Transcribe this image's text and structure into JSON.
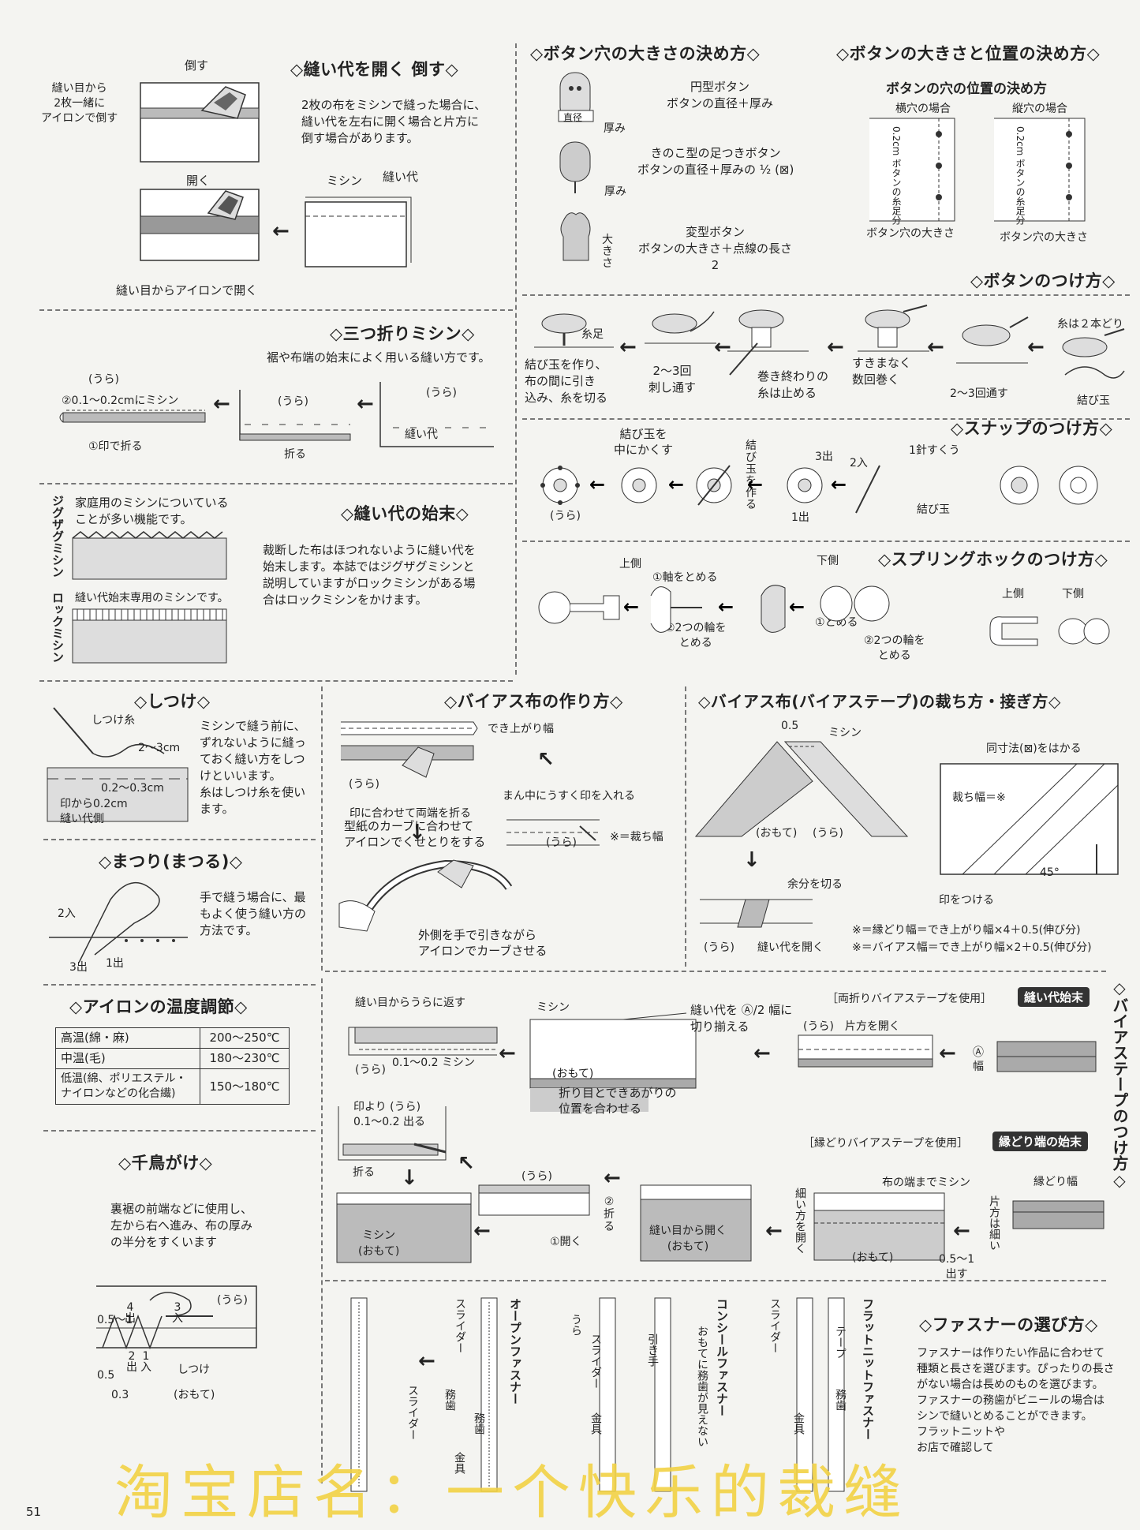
{
  "sec_open": {
    "title": "◇縫い代を開く 倒す◇",
    "label_fold": "倒す",
    "label_fold_note": "縫い目から\n2枚一緒に\nアイロンで倒す",
    "label_open": "開く",
    "label_open_note": "縫い目からアイロンで開く",
    "label_machine": "ミシン",
    "label_allowance": "縫い代",
    "text": "2枚の布をミシンで縫った場合に、\n縫い代を左右に開く場合と片方に\n倒す場合があります。"
  },
  "sec_three": {
    "title": "◇三つ折りミシン◇",
    "text": "裾や布端の始末によく用いる縫い方です。",
    "label_ura1": "(うら)",
    "label_ura2": "(うら)",
    "label_ura3": "(うら)",
    "step2": "②0.1～0.2cmにミシン",
    "step1": "①印で折る",
    "label_fold": "折る",
    "label_allowance": "縫い代"
  },
  "sec_finish": {
    "title": "◇縫い代の始末◇",
    "zigzag_label": "ジグザグミシン",
    "zigzag_note": "家庭用のミシンについている\nことが多い機能です。",
    "lock_label": "ロックミシン",
    "lock_note": "縫い代始末専用のミシンです。",
    "text": "裁断した布はほつれないように縫い代を\n始末します。本誌ではジグザグミシンと\n説明していますがロックミシンがある場\n合はロックミシンをかけます。"
  },
  "sec_shitsuke": {
    "title": "◇しつけ◇",
    "thread": "しつけ糸",
    "d1": "2～3cm",
    "d2": "0.2～0.3cm",
    "d3": "印から0.2cm\n縫い代側",
    "text": "ミシンで縫う前に、\nずれないように縫っ\nておく縫い方をしつ\nけといいます。\n糸はしつけ糸を使い\nます。"
  },
  "sec_matsuri": {
    "title": "◇まつり(まつる)◇",
    "in2": "2入",
    "out3": "3出",
    "out1": "1出",
    "text": "手で縫う場合に、最\nもよく使う縫い方の\n方法です。"
  },
  "sec_iron": {
    "title": "◇アイロンの温度調節◇",
    "rows": [
      {
        "k": "高温(綿・麻)",
        "v": "200～250℃"
      },
      {
        "k": "中温(毛)",
        "v": "180～230℃"
      },
      {
        "k": "低温(綿、ポリエステル・\nナイロンなどの化合繊)",
        "v": "150～180℃"
      }
    ]
  },
  "sec_chidori": {
    "title": "◇千鳥がけ◇",
    "text": "裏裾の前端などに使用し、\n左から右へ進み、布の厚み\nの半分をすくいます",
    "ura": "(うら)",
    "omote": "(おもて)",
    "n1": "0.5～1",
    "n2": "4\n出",
    "n3": "3\n入",
    "n4": "2\n出",
    "n5": "1\n入",
    "n6": "0.5",
    "n7": "0.3",
    "shitsuke": "しつけ"
  },
  "sec_bias_make": {
    "title": "◇バイアス布の作り方◇",
    "finish_width": "でき上がり幅",
    "ura": "(うら)",
    "step_fold": "印に合わせて両端を折る",
    "step_mark": "まん中にうすく印を入れる",
    "step_curve": "型紙のカーブに合わせて\nアイロンでくせとりをする",
    "cut_width": "※＝裁ち幅",
    "ura2": "(うら)",
    "step_pull": "外側を手で引きながら\nアイロンでカーブさせる"
  },
  "sec_bias_cut": {
    "title": "◇バイアス布(バイアステープ)の裁ち方・接ぎ方◇",
    "n05": "0.5",
    "machine": "ミシン",
    "omote": "(おもて)",
    "ura": "(うら)",
    "cut_excess": "余分を切る",
    "ura2": "(うら)",
    "open": "縫い代を開く",
    "same": "同寸法(⊠)をはかる",
    "cut_w": "裁ち幅＝※",
    "angle": "45°",
    "mark": "印をつける",
    "note1": "※＝縁どり幅＝でき上がり幅×4＋0.5(伸び分)",
    "note2": "※＝バイアス幅＝でき上がり幅×2＋0.5(伸び分)"
  },
  "sec_tape": {
    "title": "◇バイアステープのつけ方◇",
    "sub1": "［両折りバイアステープを使用］",
    "badge1": "縫い代始末",
    "sub2": "［縁どりバイアステープを使用］",
    "badge2": "縁どり端の始末",
    "r1_a": "縫い目からうらに返す",
    "r1_b": "(うら)",
    "r1_c": "0.1～0.2 ミシン",
    "r1_d": "ミシン",
    "r1_e": "縫い代を Ⓐ/2 幅に\n切り揃える",
    "r1_f": "(おもて)",
    "r1_g": "折り目とできあがりの\n位置を合わせる",
    "r1_h": "(うら)　片方を開く",
    "r1_i": "Ⓐ\n幅",
    "r2_a": "印より (うら)\n0.1～0.2 出る",
    "r2_b": "折る",
    "r2_c": "(うら)",
    "r2_d": "②\n折\nる",
    "r2_e": "①開く",
    "r2_f": "ミシン\n(おもて)",
    "r2_g": "縫い目から開く\n(おもて)",
    "r2_h": "細い方を開く",
    "r2_i": "布の端までミシン",
    "r2_j": "(おもて)",
    "r2_k": "0.5～1\n出す",
    "r2_l": "縁どり幅",
    "r2_m": "片方は細い"
  },
  "sec_buttonhole": {
    "title": "◇ボタン穴の大きさの決め方◇",
    "t1": "円型ボタン\nボタンの直径＋厚み",
    "t2": "きのこ型の足つきボタン\nボタンの直径＋厚みの ½ (⊠)",
    "t3": "変型ボタン\nボタンの大きさ＋点線の長さ\n2",
    "dia": "直径",
    "thick": "厚み",
    "thick2": "厚み",
    "size": "大\nき\nさ"
  },
  "sec_btnpos": {
    "title": "◇ボタンの大きさと位置の決め方◇",
    "sub": "ボタンの穴の位置の決め方",
    "h": "横穴の場合",
    "v": "縦穴の場合",
    "size1": "ボタン穴の大きさ",
    "size2": "ボタン穴の大きさ",
    "vlabel": "0.2cm ボタンの糸足分"
  },
  "sec_btnsew": {
    "title": "◇ボタンのつけ方◇",
    "s1": "糸は２本どり",
    "s1b": "結び玉",
    "s2": "2～3回通す",
    "s3": "すきまなく\n数回巻く",
    "s4": "巻き終わりの\n糸は止める",
    "s5": "2～3回\n刺し通す",
    "s6": "結び玉を作り、\n布の間に引き\n込み、糸を切る",
    "s6b": "糸足"
  },
  "sec_snap": {
    "title": "◇スナップのつけ方◇",
    "a": "結び玉を\n中にかくす",
    "b": "結\nび\n玉\nを\n作\nる",
    "c": "3出",
    "d": "2入",
    "e": "1出",
    "f": "1針すくう",
    "g": "結び玉",
    "ura": "(うら)"
  },
  "sec_hook": {
    "title": "◇スプリングホックのつけ方◇",
    "upper": "上側",
    "lower": "下側",
    "a": "①軸をとめる",
    "b": "②2つの輪を\nとめる",
    "c": "①とめる",
    "d": "②2つの輪を\nとめる",
    "upper2": "上側",
    "lower2": "下側"
  },
  "sec_zip": {
    "title": "◇ファスナーの選び方◇",
    "open": "オープンファスナー",
    "conceal": "コンシールファスナー",
    "flat": "フラットニットファスナー",
    "slider": "スライダー",
    "slider2": "スライダー",
    "slider3": "スライダー",
    "slider4": "スライダー",
    "teeth": "務歯",
    "teeth2": "務歯",
    "teeth3": "務歯",
    "metal": "金具",
    "metal2": "金具",
    "metal3": "金具",
    "ura": "うら",
    "pull": "引き手",
    "tape": "テープ",
    "conceal_note": "おもてに務歯が見えない",
    "text": "ファスナーは作りたい作品に合わせて\n種類と長さを選びます。ぴったりの長さ\nがない場合は長めのものを選びます。\nファスナーの務歯がビニールの場合は\nシンで縫いとめることができます。\nフラットニットや\nお店で確認して"
  },
  "page_number": "51",
  "watermark": "淘宝店名：一个快乐的裁缝"
}
